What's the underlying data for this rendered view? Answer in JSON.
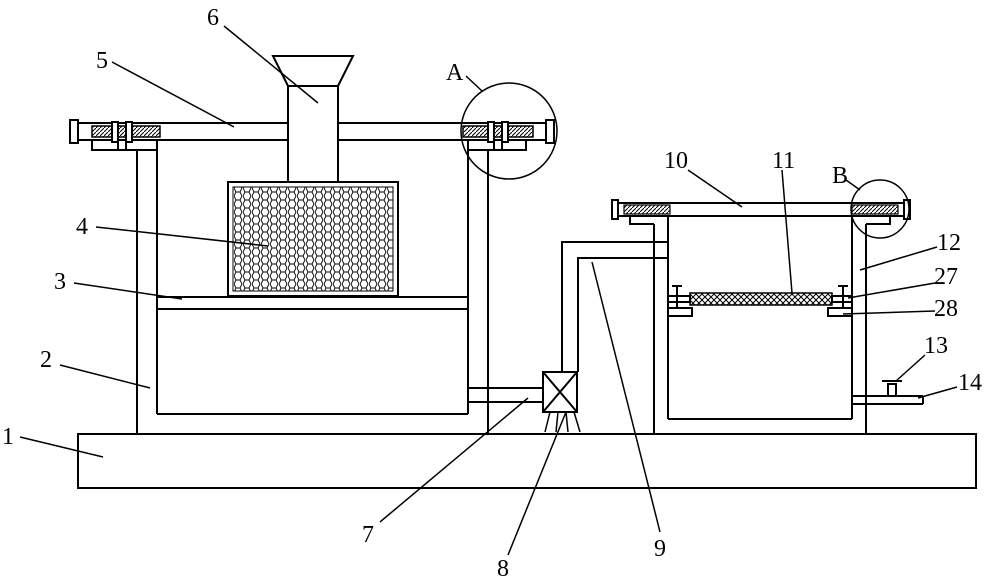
{
  "labels": {
    "l1": "1",
    "l2": "2",
    "l3": "3",
    "l4": "4",
    "l5": "5",
    "l6": "6",
    "l7": "7",
    "l8": "8",
    "l9": "9",
    "l10": "10",
    "l11": "11",
    "l12": "12",
    "l13": "13",
    "l14": "14",
    "l27": "27",
    "l28": "28",
    "lA": "A",
    "lB": "B"
  }
}
